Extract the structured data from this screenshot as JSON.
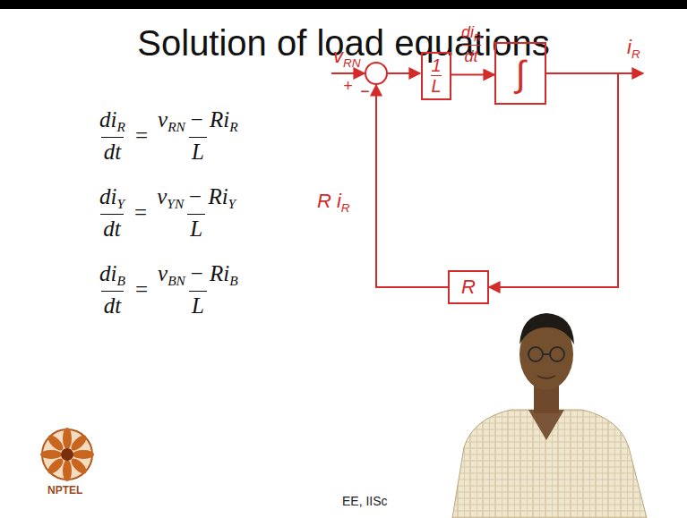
{
  "diagram": {
    "title": "Solution of load equations",
    "nodes": [
      {
        "text": [
          "1",
          "L"
        ]
      },
      {
        "text": [
          "∫"
        ]
      },
      {
        "text": [
          "R"
        ]
      }
    ],
    "edges": [
      {
        "from": 0,
        "to": 1,
        "arrow": "to"
      },
      {
        "from": 1,
        "to": 2,
        "arrow": "to"
      }
    ],
    "labels": [
      "di",
      "R",
      "dt",
      "=",
      "v",
      "RN",
      "− Ri",
      "R",
      "L",
      "di",
      "Y",
      "dt",
      "=",
      "v",
      "YN",
      "− Ri",
      "Y",
      "L",
      "di",
      "B",
      "dt",
      "=",
      "v",
      "BN",
      "− Ri",
      "B",
      "L",
      "v",
      "RN",
      "+",
      "−",
      "R",
      "i",
      "R",
      "di",
      "R",
      "dt",
      "i",
      "R",
      "EE, IISc",
      "NPTEL"
    ]
  }
}
